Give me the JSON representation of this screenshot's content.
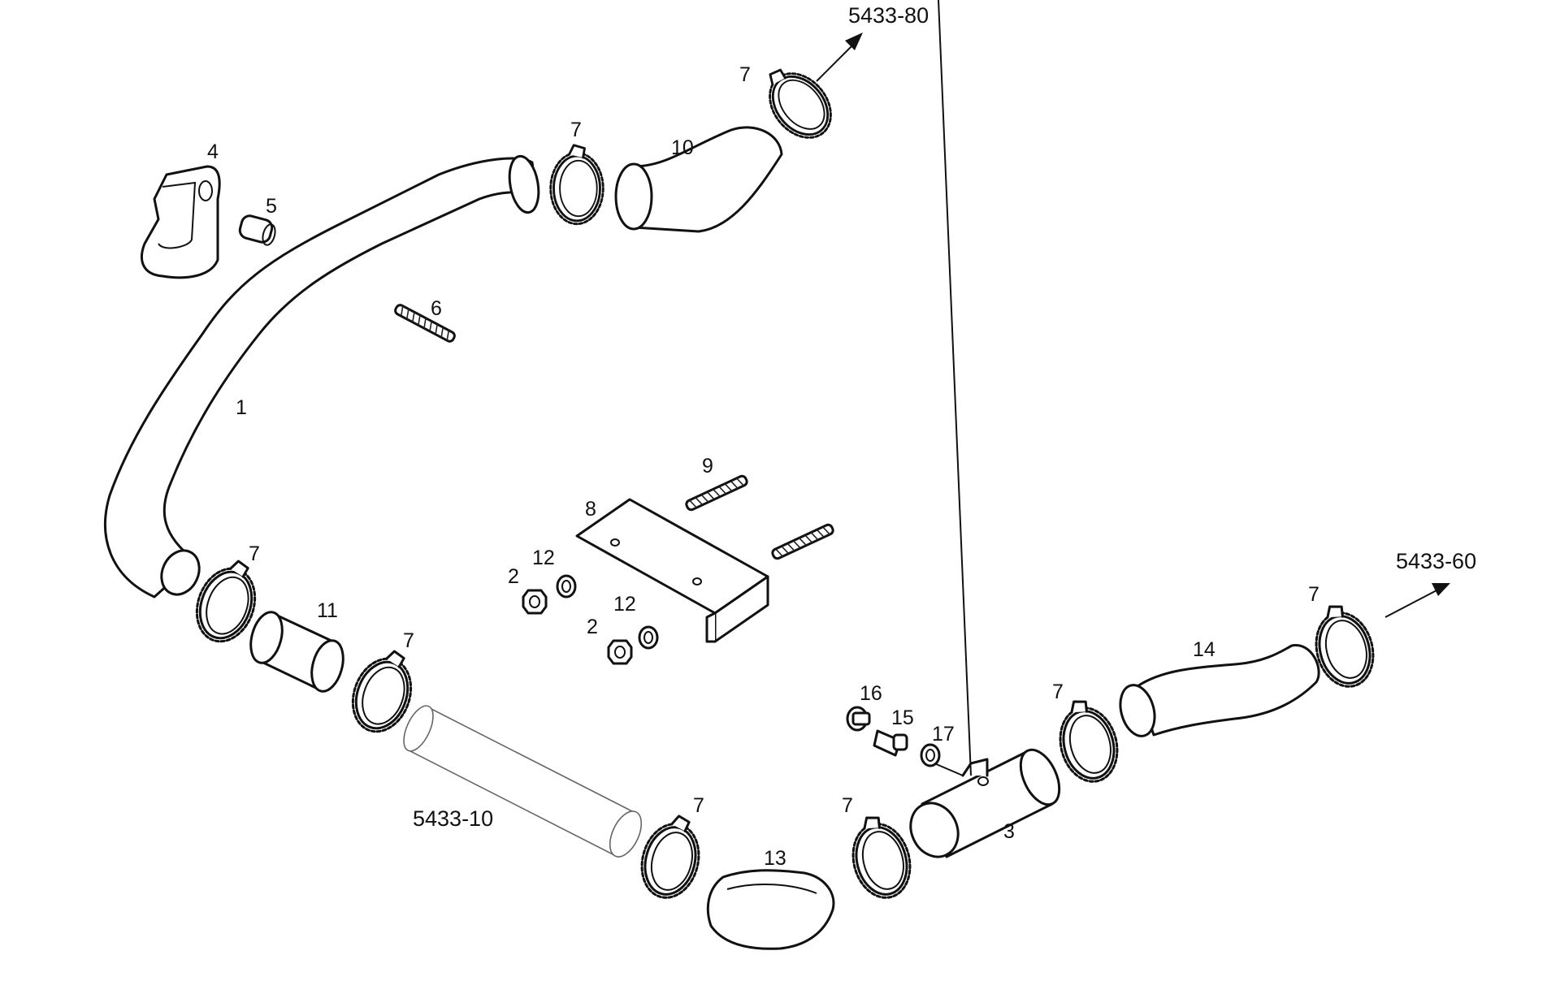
{
  "callouts": {
    "c1": "1",
    "c2a": "2",
    "c2b": "2",
    "c3": "3",
    "c4": "4",
    "c5": "5",
    "c6": "6",
    "c7": "7",
    "c8": "8",
    "c9": "9",
    "c10": "10",
    "c11": "11",
    "c12a": "12",
    "c12b": "12",
    "c13": "13",
    "c14": "14",
    "c15": "15",
    "c16": "16",
    "c17": "17"
  },
  "references": {
    "top": "5433-80",
    "right": "5433-60",
    "left": "5433-10"
  }
}
